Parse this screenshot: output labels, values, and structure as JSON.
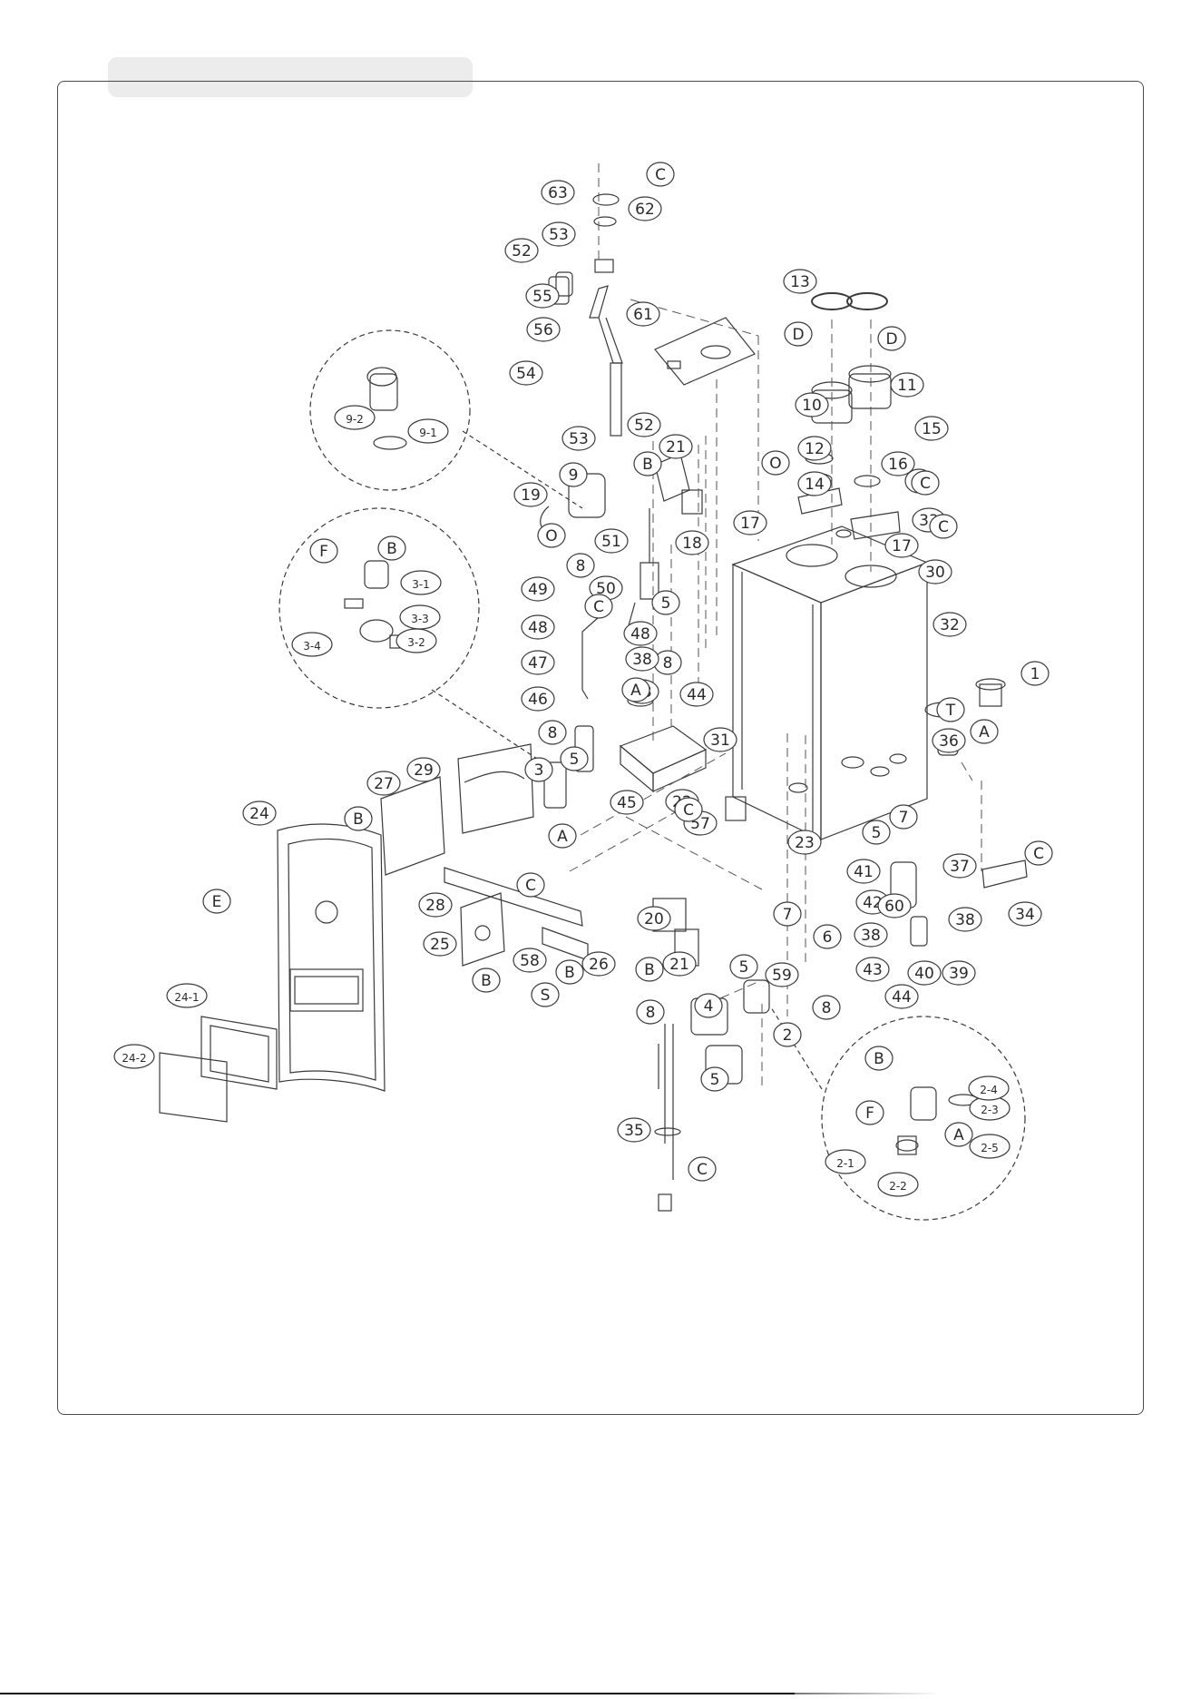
{
  "header": {
    "title": ""
  },
  "colors": {
    "line": "#3a3a3a",
    "frame": "#4a4a4a",
    "tab": "#ececec"
  },
  "diagram": {
    "labels": [
      "1",
      "2",
      "2-1",
      "2-2",
      "2-3",
      "2-4",
      "2-5",
      "3",
      "3-1",
      "3-2",
      "3-3",
      "3-4",
      "4",
      "5",
      "6",
      "7",
      "8",
      "9",
      "9-1",
      "9-2",
      "10",
      "11",
      "12",
      "13",
      "14",
      "15",
      "16",
      "17",
      "18",
      "19",
      "20",
      "21",
      "22",
      "23",
      "24",
      "24-1",
      "24-2",
      "25",
      "26",
      "27",
      "28",
      "29",
      "30",
      "31",
      "32",
      "33",
      "34",
      "35",
      "36",
      "37",
      "38",
      "39",
      "40",
      "41",
      "42",
      "43",
      "44",
      "45",
      "46",
      "47",
      "48",
      "49",
      "50",
      "51",
      "52",
      "53",
      "54",
      "55",
      "56",
      "57",
      "58",
      "59",
      "60",
      "61",
      "62",
      "63",
      "A",
      "B",
      "C",
      "D",
      "E",
      "F",
      "O",
      "S",
      "T"
    ]
  }
}
